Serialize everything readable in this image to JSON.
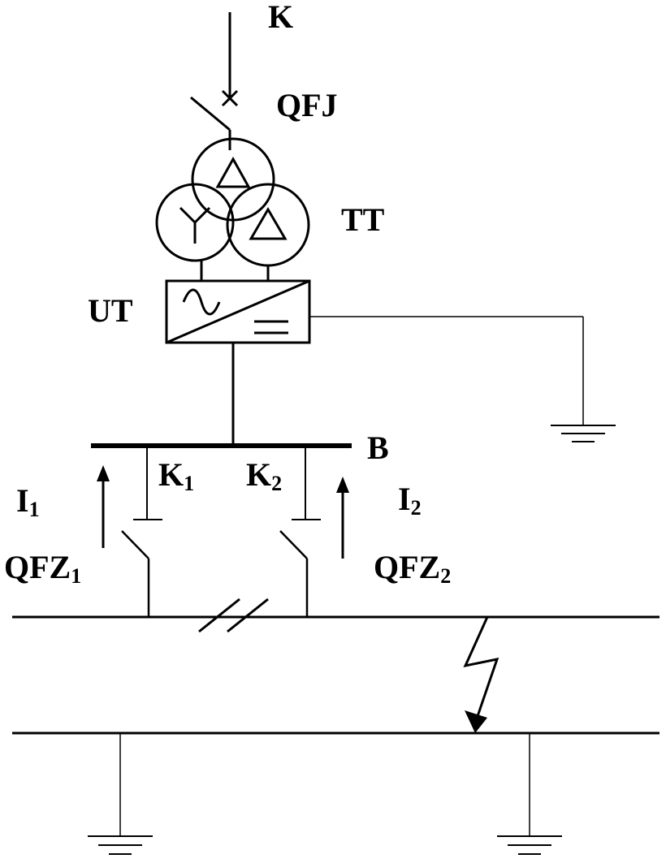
{
  "labels": {
    "k": "K",
    "qfj": "QFJ",
    "tt": "TT",
    "ut": "UT",
    "b": "B",
    "k1_main": "K",
    "k1_sub": "1",
    "k2_main": "K",
    "k2_sub": "2",
    "i1_main": "I",
    "i1_sub": "1",
    "i2_main": "I",
    "i2_sub": "2",
    "qfz1_main": "QFZ",
    "qfz1_sub": "1",
    "qfz2_main": "QFZ",
    "qfz2_sub": "2"
  }
}
